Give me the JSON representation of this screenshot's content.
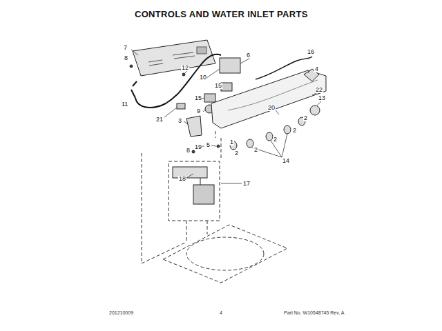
{
  "diagram": {
    "title": "CONTROLS AND WATER INLET PARTS",
    "labels": [
      "7",
      "8",
      "6",
      "16",
      "4",
      "12",
      "10",
      "11",
      "15",
      "15",
      "22",
      "13",
      "9",
      "20",
      "21",
      "3",
      "2",
      "2",
      "2",
      "2",
      "2",
      "14",
      "1",
      "5",
      "19",
      "8",
      "18",
      "17",
      "201210009",
      "4",
      "Part No. W10548745  Rev. A"
    ]
  }
}
